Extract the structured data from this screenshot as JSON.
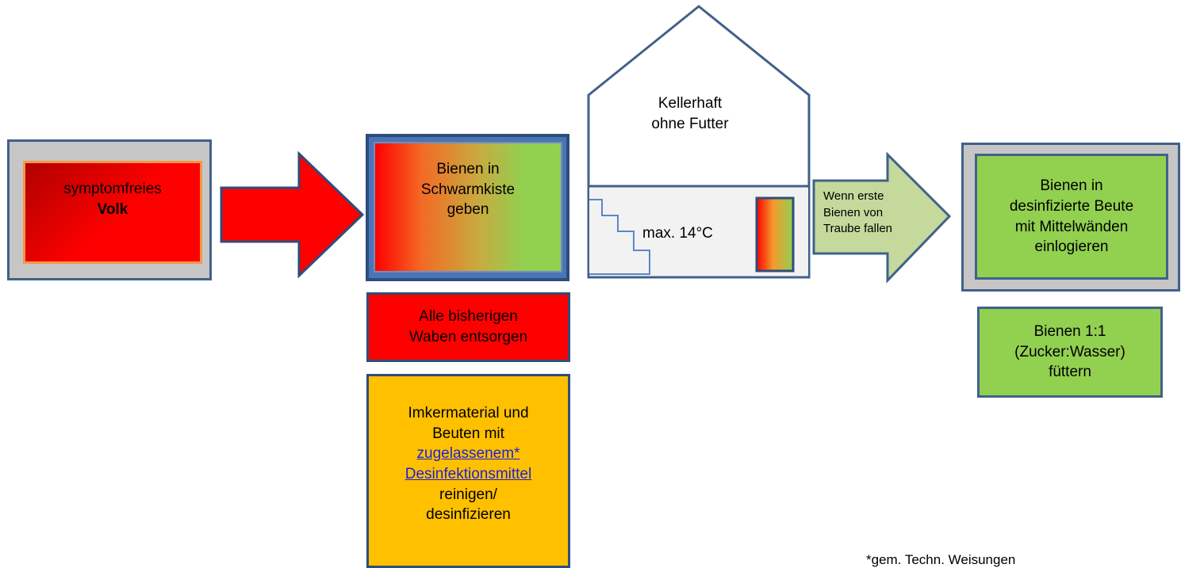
{
  "box1": {
    "line1": "symptomfreies",
    "line2": "Volk"
  },
  "box2": {
    "line1": "Bienen in",
    "line2": "Schwarmkiste",
    "line3": "geben"
  },
  "box3": {
    "line1": "Alle bisherigen",
    "line2": "Waben entsorgen"
  },
  "box4": {
    "line1": "Imkermaterial und",
    "line2": "Beuten mit",
    "link1": "zugelassenem*",
    "link2": "Desinfektionsmittel",
    "line3": "reinigen/",
    "line4": "desinfizieren"
  },
  "house": {
    "line1": "Kellerhaft",
    "line2": "ohne Futter",
    "temperature": "max. 14°C"
  },
  "arrow2": {
    "line1": "Wenn erste",
    "line2": "Bienen von",
    "line3": "Traube fallen"
  },
  "box5": {
    "line1": "Bienen in",
    "line2": "desinfizierte Beute",
    "line3": "mit Mittelwänden",
    "line4": "einlogieren"
  },
  "box6": {
    "line1": "Bienen 1:1",
    "line2": "(Zucker:Wasser)",
    "line3": "füttern"
  },
  "footnote": "*gem. Techn. Weisungen",
  "colors": {
    "red": "#ff0000",
    "green": "#92d050",
    "orange": "#ffc000",
    "gray": "#c6c6c6",
    "blue_border": "#41618a",
    "light_green_arrow": "#c4d99b"
  }
}
